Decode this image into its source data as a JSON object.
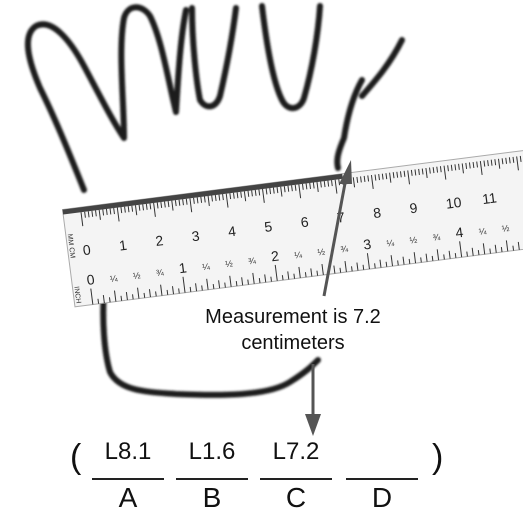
{
  "callout": {
    "line1": "Measurement is 7.2",
    "line2": "centimeters"
  },
  "ruler": {
    "cm_unit": "MM CM",
    "inch_unit": "INCH",
    "cm_labels": [
      "0",
      "1",
      "2",
      "3",
      "4",
      "5",
      "6",
      "7",
      "8",
      "9",
      "10",
      "11"
    ],
    "inch_labels": [
      "0",
      "¼",
      "½",
      "¾",
      "1",
      "¼",
      "½",
      "¾",
      "2",
      "¼",
      "½",
      "¾",
      "3",
      "¼",
      "½",
      "¾",
      "4",
      "¼",
      "½"
    ]
  },
  "answers": {
    "open_paren": "(",
    "close_paren": ")",
    "options": [
      {
        "value": "L8.1",
        "letter": "A"
      },
      {
        "value": "L1.6",
        "letter": "B"
      },
      {
        "value": "L7.2",
        "letter": "C"
      },
      {
        "value": "",
        "letter": "D"
      }
    ]
  },
  "colors": {
    "outline": "#1a1a1a",
    "ruler_fill": "#f4f4f4",
    "arrow": "#555555",
    "ruler_bar": "#444444"
  }
}
